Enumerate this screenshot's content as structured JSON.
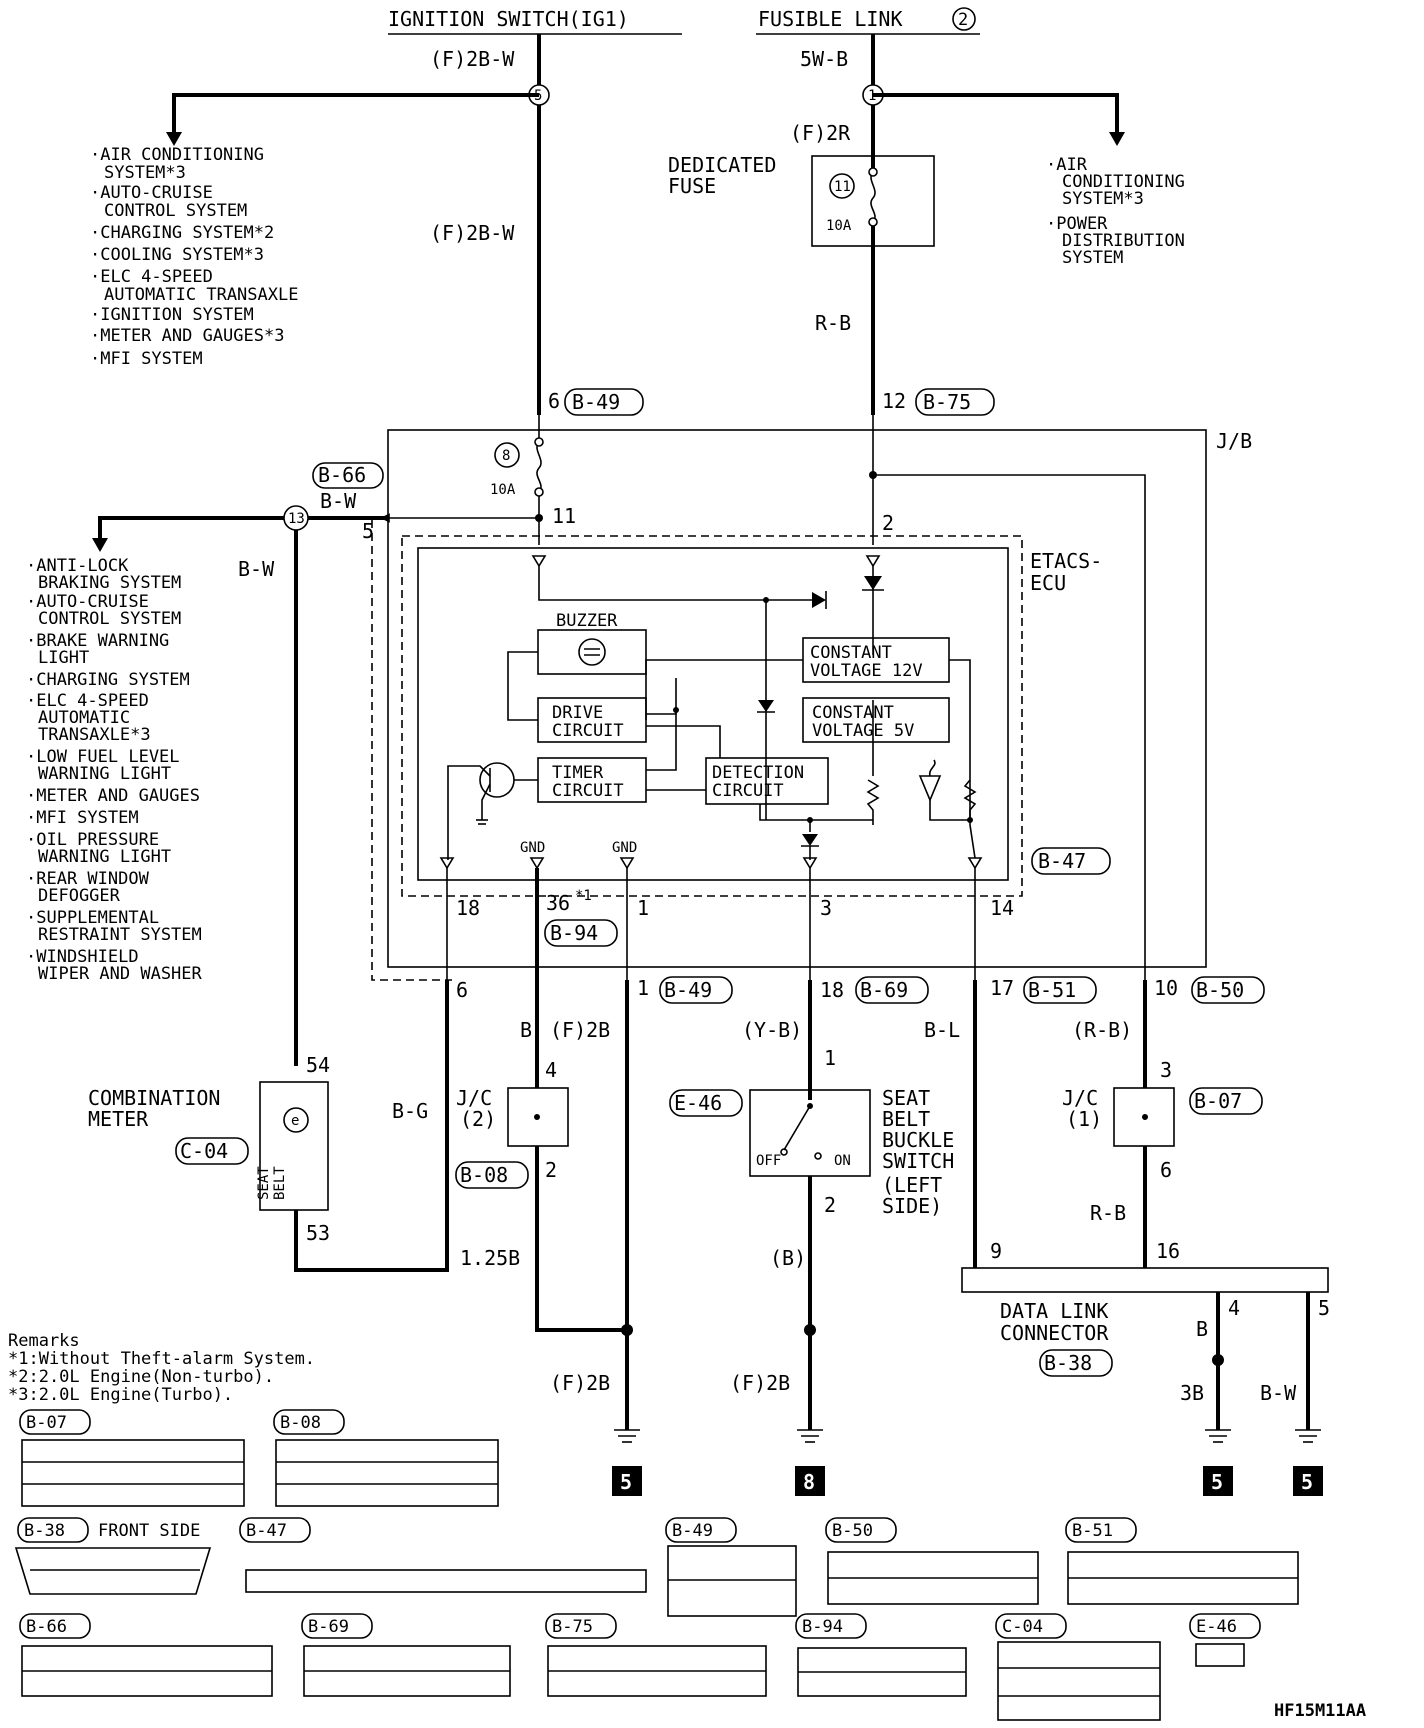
{
  "sources": {
    "ignition_switch": "IGNITION SWITCH(IG1)",
    "fusible_link": "FUSIBLE LINK",
    "fusible_link_num": "2"
  },
  "wires": {
    "ig_top": "(F)2B-W",
    "ig_mid": "(F)2B-W",
    "fl_top": "5W-B",
    "fl_mid": "(F)2R",
    "fl_low": "R-B",
    "bw1": "B-W",
    "bw2": "B-W",
    "bg": "B-G",
    "b_jc": "B",
    "f2b_jc": "(F)2B",
    "yb": "(Y-B)",
    "bl": "B-L",
    "rb_paren": "(R-B)",
    "rb": "R-B",
    "b_paren": "(B)",
    "w125b": "1.25B",
    "f2b_g1": "(F)2B",
    "f2b_g2": "(F)2B",
    "b_dlc": "B",
    "b3": "3B",
    "bw_dlc": "B-W"
  },
  "splices": {
    "s5": "5",
    "s1": "1",
    "s13": "13"
  },
  "branch_left_top": [
    "·AIR CONDITIONING",
    "SYSTEM*3",
    "·AUTO-CRUISE",
    "CONTROL SYSTEM",
    "·CHARGING SYSTEM*2",
    "·COOLING SYSTEM*3",
    "·ELC 4-SPEED",
    "AUTOMATIC TRANSAXLE",
    "·IGNITION SYSTEM",
    "·METER AND GAUGES*3",
    "·MFI SYSTEM"
  ],
  "branch_right_top": [
    "·AIR",
    "CONDITIONING",
    "SYSTEM*3",
    "·POWER",
    "DISTRIBUTION",
    "SYSTEM"
  ],
  "branch_left_mid": [
    "·ANTI-LOCK",
    "BRAKING SYSTEM",
    "·AUTO-CRUISE",
    "CONTROL SYSTEM",
    "·BRAKE WARNING",
    "LIGHT",
    "·CHARGING SYSTEM",
    "·ELC 4-SPEED",
    "AUTOMATIC",
    "TRANSAXLE*3",
    "·LOW FUEL LEVEL",
    "WARNING LIGHT",
    "·METER AND GAUGES",
    "·MFI SYSTEM",
    "·OIL PRESSURE",
    "WARNING LIGHT",
    "·REAR WINDOW",
    "DEFOGGER",
    "·SUPPLEMENTAL",
    "RESTRAINT SYSTEM",
    "·WINDSHIELD",
    "WIPER AND WASHER"
  ],
  "fuses": {
    "dedicated": [
      "DEDICATED",
      "FUSE"
    ],
    "f11": "11",
    "f11_amp": "10A",
    "f8": "8",
    "f8_amp": "10A"
  },
  "jb": {
    "label": "J/B",
    "pin6": "6",
    "pin12": "12",
    "pin11": "11",
    "pin2": "2",
    "pin5": "5",
    "pin6b": "6",
    "pin1b": "1",
    "pin18": "18",
    "pin17": "17",
    "pin10": "10"
  },
  "etacs": {
    "label": [
      "ETACS-",
      "ECU"
    ],
    "buzzer": "BUZZER",
    "drive": [
      "DRIVE",
      "CIRCUIT"
    ],
    "timer": [
      "TIMER",
      "CIRCUIT"
    ],
    "detection": [
      "DETECTION",
      "CIRCUIT"
    ],
    "cv12": [
      "CONSTANT",
      "VOLTAGE 12V"
    ],
    "cv5": [
      "CONSTANT",
      "VOLTAGE 5V"
    ],
    "gnd1": "GND",
    "gnd2": "GND",
    "pin18": "18",
    "pin36": "36",
    "pin36_note": "*1",
    "pin1": "1",
    "pin3": "3",
    "pin14": "14"
  },
  "connectors": {
    "B49a": "B-49",
    "B75a": "B-75",
    "B66": "B-66",
    "B47": "B-47",
    "B94": "B-94",
    "B49b": "B-49",
    "B69": "B-69",
    "B51": "B-51",
    "B50": "B-50",
    "C04": "C-04",
    "B08": "B-08",
    "E46": "E-46",
    "B07": "B-07",
    "B38": "B-38"
  },
  "components": {
    "combination_meter": [
      "COMBINATION",
      "METER"
    ],
    "seat_belt": [
      "SEAT",
      "BELT"
    ],
    "cm_pin54": "54",
    "cm_pin53": "53",
    "jc2": [
      "J/C",
      "(2)"
    ],
    "jc2_pin4": "4",
    "jc2_pin2": "2",
    "jc1": [
      "J/C",
      "(1)"
    ],
    "jc1_pin3": "3",
    "jc1_pin6": "6",
    "sw_label": [
      "SEAT",
      "BELT",
      "BUCKLE",
      "SWITCH",
      "(LEFT",
      "SIDE)"
    ],
    "sw_off": "OFF",
    "sw_on": "ON",
    "sw_pin1": "1",
    "sw_pin2": "2",
    "dlc": [
      "DATA LINK",
      "CONNECTOR"
    ],
    "dlc_pin9": "9",
    "dlc_pin16": "16",
    "dlc_pin4": "4",
    "dlc_pin5": "5"
  },
  "grounds": {
    "g1": "5",
    "g2": "8",
    "g3": "5",
    "g4": "5"
  },
  "remarks": {
    "title": "Remarks",
    "lines": [
      "*1:Without Theft-alarm System.",
      "*2:2.0L Engine(Non-turbo).",
      "*3:2.0L Engine(Turbo)."
    ]
  },
  "connector_views": {
    "b07": "B-07",
    "b08": "B-08",
    "b38": "B-38",
    "front_side": "FRONT SIDE",
    "b47": "B-47",
    "b49": "B-49",
    "b50": "B-50",
    "b51": "B-51",
    "b66": "B-66",
    "b69": "B-69",
    "b75": "B-75",
    "b94": "B-94",
    "c04": "C-04",
    "e46": "E-46"
  },
  "code": "HF15M11AA"
}
